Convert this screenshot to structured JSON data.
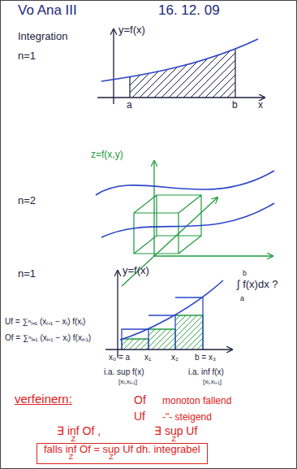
{
  "diagram": {
    "title": "Vo Ana III",
    "nodes": [
      {
        "text": [
          "falls inf Of = sup Uf dh. integrabel"
        ]
      }
    ],
    "labels": [
      "16. 12. 09",
      "Integration",
      "n=1",
      "y=f(x)",
      "a",
      "b",
      "x",
      "n=2",
      "z=f(x,y)",
      "n=1",
      "y=f(x)",
      "b",
      "∫ f(x)dx ?",
      "a",
      "x₀ = a",
      "x₁",
      "x₂",
      "b = x₃",
      "Uf = ∑ⁿᵢ₌₁ (xᵢ₊₁ − xᵢ) f(xᵢ)",
      "Of = ∑ⁿᵢ₌₁ (xᵢ₊₁ − xᵢ) f(xᵢ₊₁)",
      "i.a. sup f(x)",
      "[xᵢ,xᵢ₊₁]",
      "i.a. inf f(x)",
      "[xᵢ,xᵢ₊₁]",
      "verfeinern:",
      "Of",
      "monoton fallend",
      "Uf",
      "-\"- steigend",
      "∃ inf Of ,",
      "Z",
      "∃ sup Uf",
      "Z",
      "Z",
      "Z"
    ]
  }
}
